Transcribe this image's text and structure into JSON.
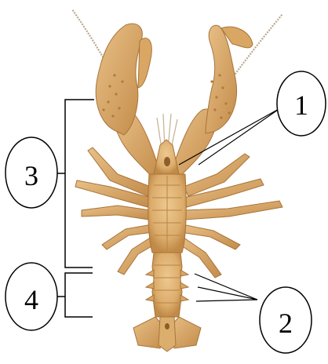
{
  "labels": {
    "one": "1",
    "two": "2",
    "three": "3",
    "four": "4"
  },
  "colors": {
    "body_fill": "#e0b376",
    "body_dark": "#c8924e",
    "body_shadow": "#a8743a",
    "antenna": "#b9a88c",
    "line": "#000000",
    "background": "#ffffff"
  }
}
